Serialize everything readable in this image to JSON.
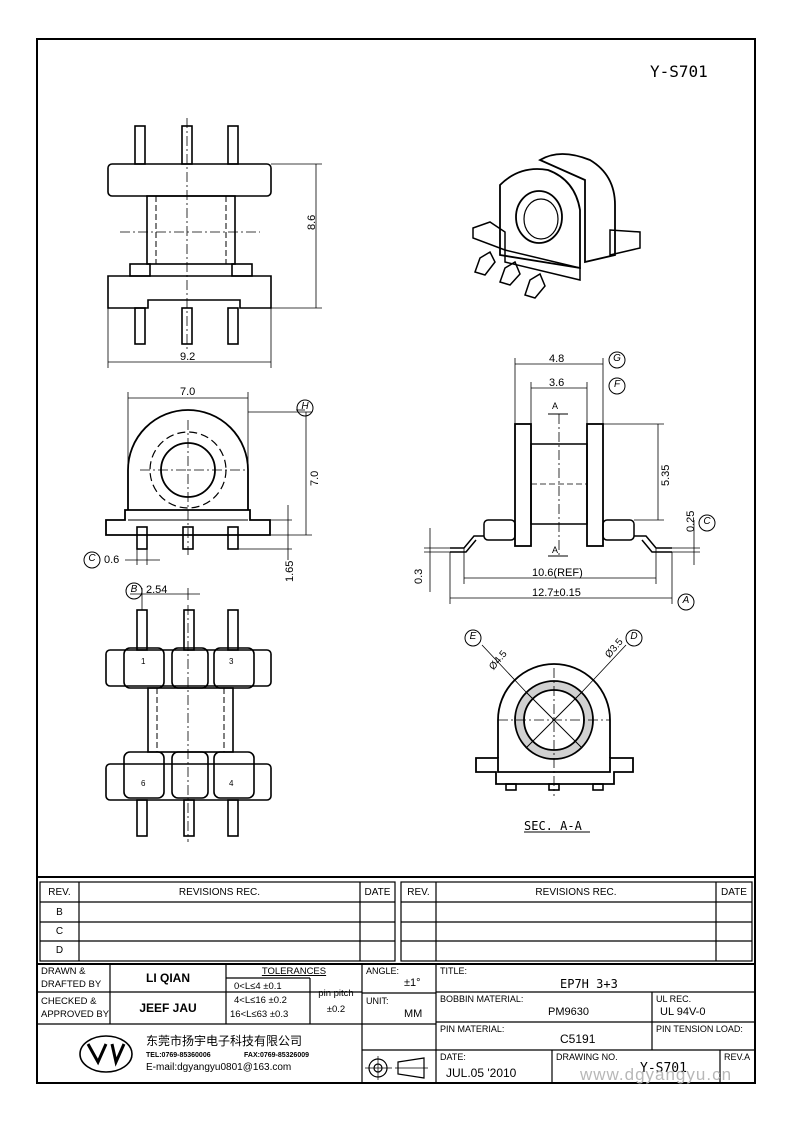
{
  "part_number": "Y-S701",
  "dims": {
    "top_height": "8.6",
    "top_width": "9.2",
    "front_width": "7.0",
    "front_height": "7.0",
    "front_pin_w": "0.6",
    "front_pin_h": "1.65",
    "pin_pitch": "2.54",
    "side_w1": "4.8",
    "side_w2": "3.6",
    "side_h": "5.35",
    "side_t1": "0.25",
    "side_t2": "0.3",
    "side_ref": "10.6(REF)",
    "side_total": "12.7±0.15",
    "sec_a": "A",
    "dia_outer": "Ø4.5",
    "dia_inner": "Ø3.5",
    "section_label": "SEC. A-A"
  },
  "datum_labels": [
    "G",
    "F",
    "H",
    "C",
    "C",
    "B",
    "A",
    "E",
    "D"
  ],
  "pin_numbers": [
    "1",
    "3",
    "6",
    "4"
  ],
  "revisions": {
    "col_rev": "REV.",
    "col_rec": "REVISIONS   REC.",
    "col_date": "DATE",
    "rows": [
      "B",
      "C",
      "D"
    ]
  },
  "title_block": {
    "drawn_label1": "DRAWN &",
    "drawn_label2": "DRAFTED BY",
    "drawn_value": "LI QIAN",
    "checked_label1": "CHECKED &",
    "checked_label2": "APPROVED BY",
    "checked_value": "JEEF JAU",
    "tol_title": "TOLERANCES",
    "tol_row1": "0<L≤4   ±0.1",
    "tol_row2": "4<L≤16  ±0.2",
    "tol_row3": "16<L≤63 ±0.3",
    "pin_pitch_label": "pin pitch",
    "pin_pitch_value": "±0.2",
    "angle_label": "ANGLE:",
    "angle_value": "±1°",
    "unit_label": "UNIT:",
    "unit_value": "MM",
    "title_label": "TITLE:",
    "title_value": "EP7H 3+3",
    "bobbin_label": "BOBBIN MATERIAL:",
    "bobbin_value": "PM9630",
    "ul_label": "UL REC.",
    "ul_value": "UL 94V-0",
    "pin_mat_label": "PIN MATERIAL:",
    "pin_mat_value": "C5191",
    "tension_label": "PIN TENSION LOAD:",
    "date_label": "DATE:",
    "date_value": "JUL.05 '2010",
    "drawing_label": "DRAWING NO.",
    "drawing_value": "Y-S701",
    "reva_label": "REV.A",
    "company_cn": "东莞市扬宇电子科技有限公司",
    "tel": "TEL:0769-85360006",
    "fax": "FAX:0769-85326009",
    "email": "E-mail:dgyangyu0801@163.com"
  },
  "watermark": "www.dgyangyu.cn"
}
